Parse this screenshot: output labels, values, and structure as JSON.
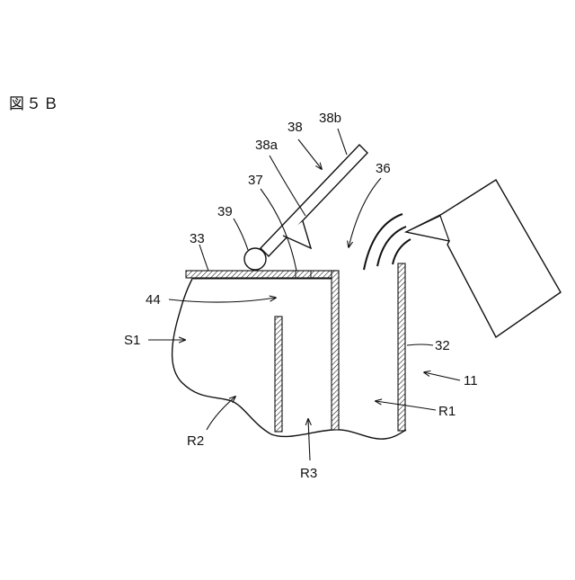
{
  "figure": {
    "title": "図５Ｂ",
    "labels": {
      "l38": "38",
      "l38b": "38b",
      "l38a": "38a",
      "l37": "37",
      "l36": "36",
      "l39": "39",
      "l33": "33",
      "l44": "44",
      "lS1": "S1",
      "l32": "32",
      "l11": "11",
      "lR1": "R1",
      "lR2": "R2",
      "lR3": "R3"
    }
  }
}
